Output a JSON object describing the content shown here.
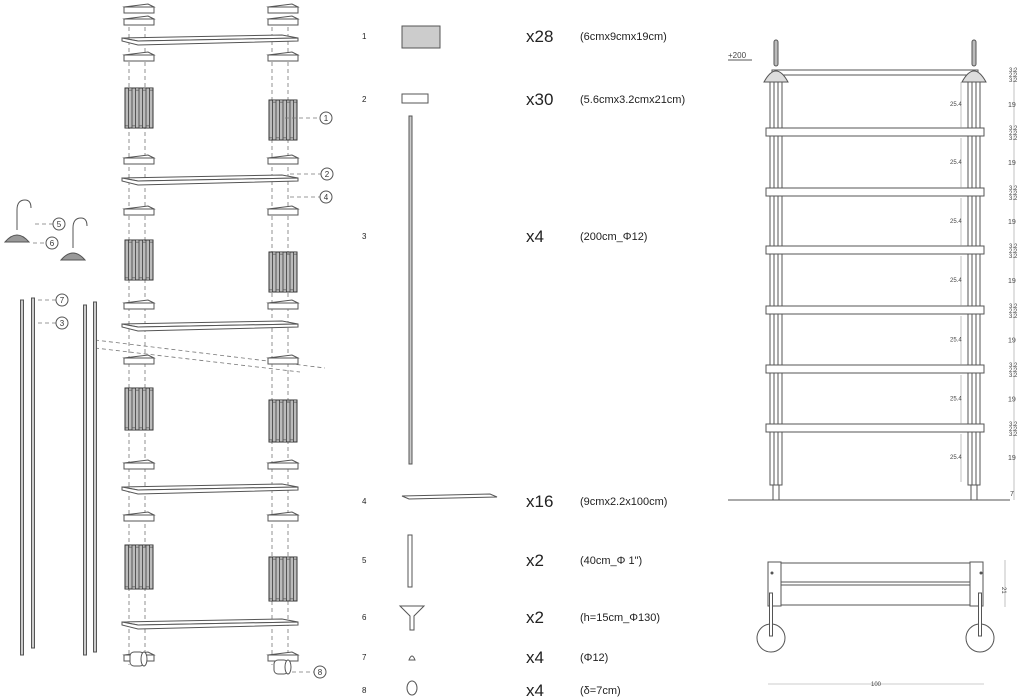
{
  "callouts": [
    "1",
    "2",
    "4",
    "5",
    "6",
    "7",
    "3",
    "8"
  ],
  "parts": [
    {
      "num": "1",
      "qty": "x28",
      "spec": "(6cmx9cmx19cm)"
    },
    {
      "num": "2",
      "qty": "x30",
      "spec": "(5.6cmx3.2cmx21cm)"
    },
    {
      "num": "3",
      "qty": "x4",
      "spec": "(200cm_Φ12)"
    },
    {
      "num": "4",
      "qty": "x16",
      "spec": "(9cmx2.2x100cm)"
    },
    {
      "num": "5",
      "qty": "x2",
      "spec": "(40cm_Φ 1\")"
    },
    {
      "num": "6",
      "qty": "x2",
      "spec": "(h=15cm_Φ130)"
    },
    {
      "num": "7",
      "qty": "x4",
      "spec": "(Φ12)"
    },
    {
      "num": "8",
      "qty": "x4",
      "spec": "(δ=7cm)"
    }
  ],
  "elevation": {
    "level": "+200",
    "inner_dim": "25.4",
    "gap_dim": "19",
    "joint_dims": [
      "3.2",
      "2.2",
      "3.2"
    ],
    "base_dim": "7"
  },
  "plan": {
    "width_dim": "100",
    "depth_dim": "21"
  }
}
